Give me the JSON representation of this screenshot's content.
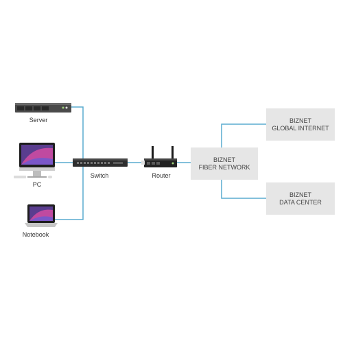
{
  "colors": {
    "connection_line": "#5aaccf",
    "box_fill": "#e6e6e6",
    "label_text": "#333333"
  },
  "devices": {
    "server": {
      "label": "Server",
      "icon": "rack-server-icon"
    },
    "pc": {
      "label": "PC",
      "icon": "desktop-computer-icon"
    },
    "notebook": {
      "label": "Notebook",
      "icon": "laptop-icon"
    },
    "switch": {
      "label": "Switch",
      "icon": "network-switch-icon"
    },
    "router": {
      "label": "Router",
      "icon": "wireless-router-icon"
    }
  },
  "networks": {
    "fiber": {
      "line1": "BIZNET",
      "line2": "FIBER NETWORK"
    },
    "internet": {
      "line1": "BIZNET",
      "line2": "GLOBAL INTERNET"
    },
    "datacenter": {
      "line1": "BIZNET",
      "line2": "DATA CENTER"
    }
  }
}
